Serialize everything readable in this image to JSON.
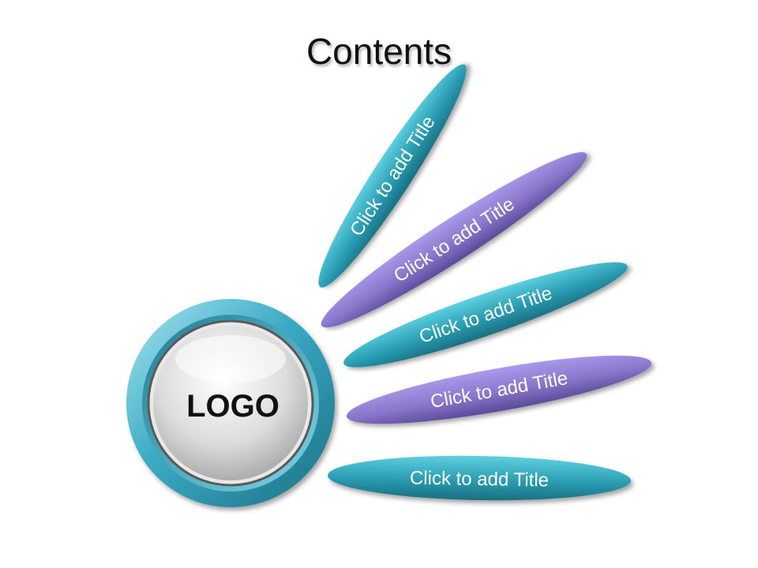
{
  "slide": {
    "title": "Contents",
    "logo_label": "LOGO"
  },
  "items": [
    {
      "label": "Click to add Title",
      "color": "teal"
    },
    {
      "label": "Click to add Title",
      "color": "purple"
    },
    {
      "label": "Click to add Title",
      "color": "teal"
    },
    {
      "label": "Click to add Title",
      "color": "purple"
    },
    {
      "label": "Click to add Title",
      "color": "teal"
    }
  ],
  "colors": {
    "teal": "#2a9db3",
    "teal_light": "#5fd0e0",
    "teal_dark": "#1a6f80",
    "purple": "#8a76cc",
    "purple_light": "#a99aea",
    "purple_dark": "#5a4a98"
  }
}
